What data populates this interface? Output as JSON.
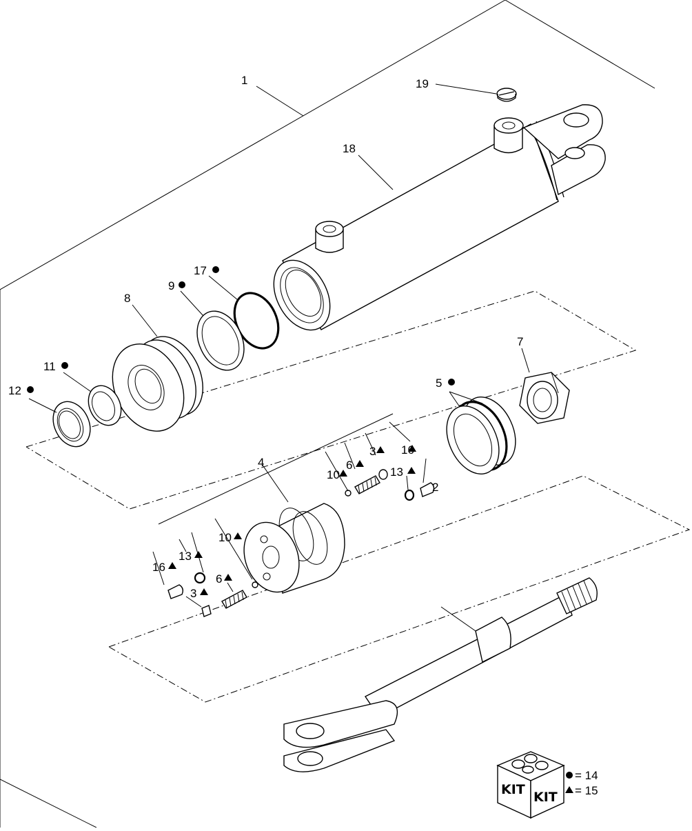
{
  "callouts": {
    "c1": "1",
    "c2": "2",
    "c3a": "3",
    "c3b": "3",
    "c4": "4",
    "c5": "5",
    "c6a": "6",
    "c6b": "6",
    "c7": "7",
    "c8": "8",
    "c9": "9",
    "c10a": "10",
    "c10b": "10",
    "c11": "11",
    "c12": "12",
    "c13a": "13",
    "c13b": "13",
    "c16a": "16",
    "c16b": "16",
    "c17": "17",
    "c18": "18",
    "c19": "19"
  },
  "legend": {
    "kit_word_left": "KIT",
    "kit_word_right": "KIT",
    "circle_text": "= 14",
    "triangle_text": "= 15"
  },
  "marker_icons": {
    "circle": "filled-circle-icon",
    "triangle": "filled-triangle-icon"
  }
}
